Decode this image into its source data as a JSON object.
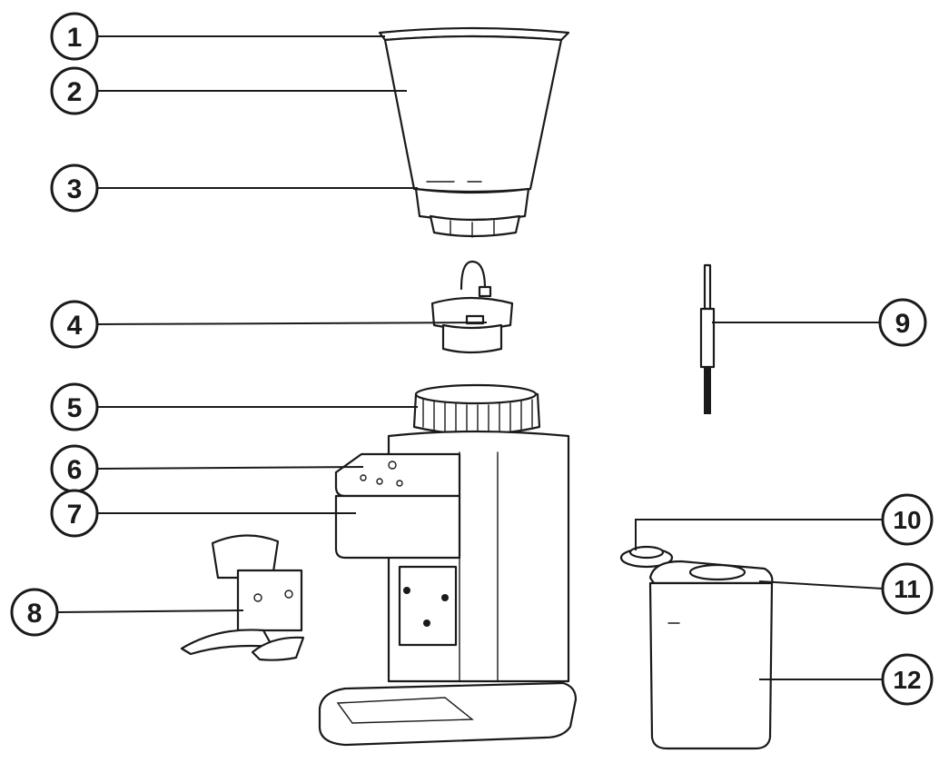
{
  "diagram": {
    "callouts": [
      {
        "label": "1"
      },
      {
        "label": "2"
      },
      {
        "label": "3"
      },
      {
        "label": "4"
      },
      {
        "label": "5"
      },
      {
        "label": "6"
      },
      {
        "label": "7"
      },
      {
        "label": "8"
      },
      {
        "label": "9"
      },
      {
        "label": "10"
      },
      {
        "label": "12"
      },
      {
        "label": "11"
      }
    ],
    "colors": {
      "line": "#1a1a1a",
      "background": "#ffffff"
    }
  }
}
